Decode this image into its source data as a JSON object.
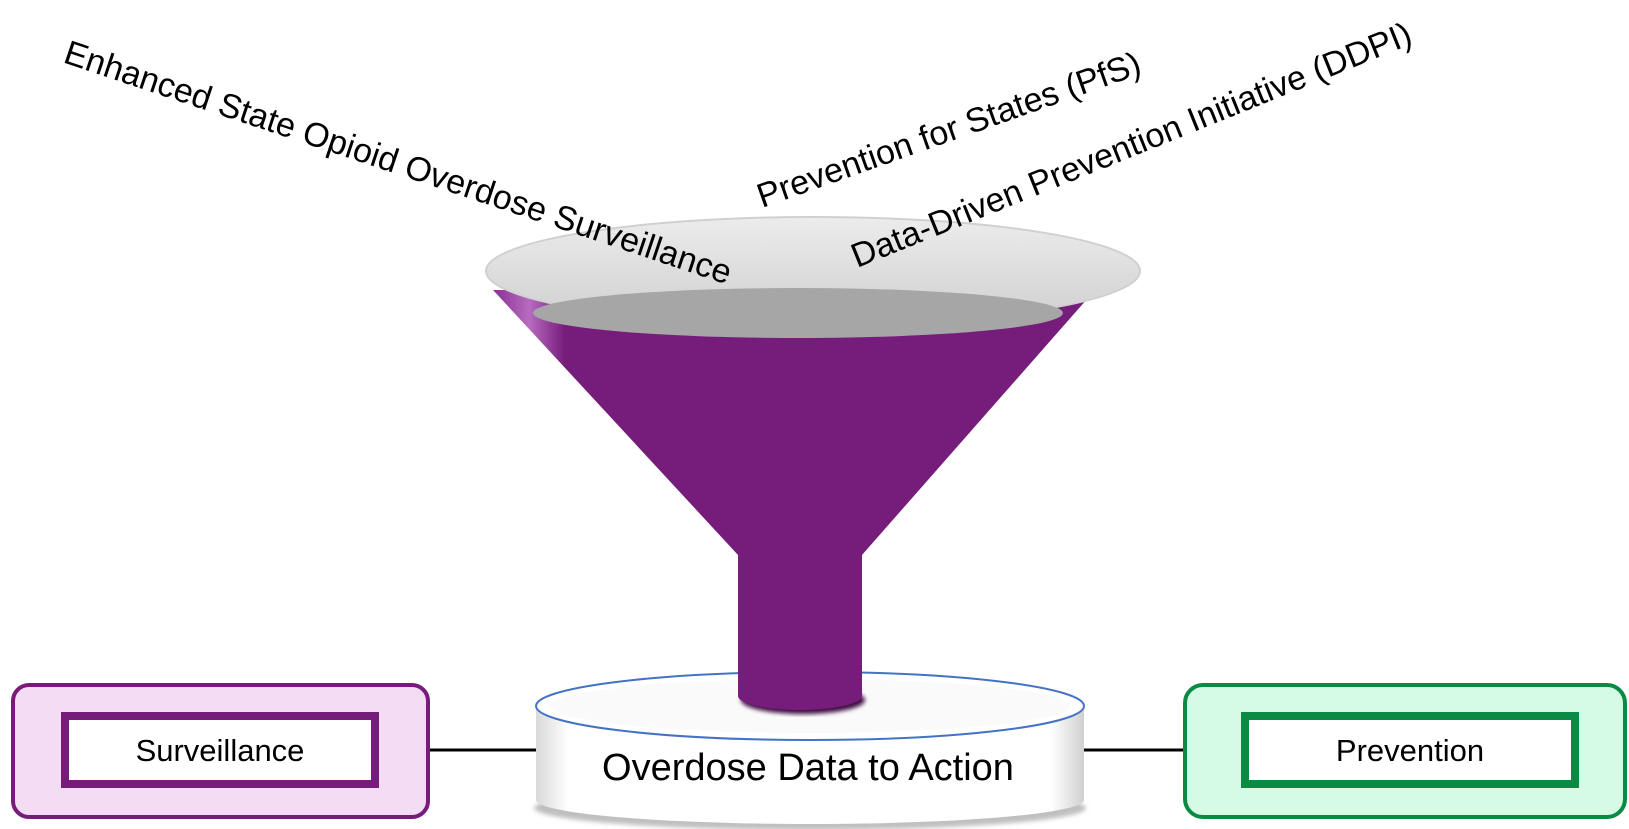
{
  "inputs": {
    "esoos": "Enhanced State Opioid Overdose Surveillance",
    "pfs": "Prevention for States (PfS)",
    "ddpi": "Data-Driven Prevention Initiative (DDPI)"
  },
  "hub": {
    "label": "Overdose Data to Action"
  },
  "left_box": {
    "label": "Surveillance"
  },
  "right_box": {
    "label": "Prevention"
  },
  "colors": {
    "funnel": "#761c7b",
    "surveillance_border": "#761c7b",
    "surveillance_fill": "#f4dcf4",
    "prevention_border": "#0b8a44",
    "prevention_fill": "#d5fbe5",
    "rim": "#d9d9d9",
    "funnel_inner": "#a6a6a6"
  },
  "icons": [
    "funnel-icon",
    "cylinder-icon"
  ]
}
